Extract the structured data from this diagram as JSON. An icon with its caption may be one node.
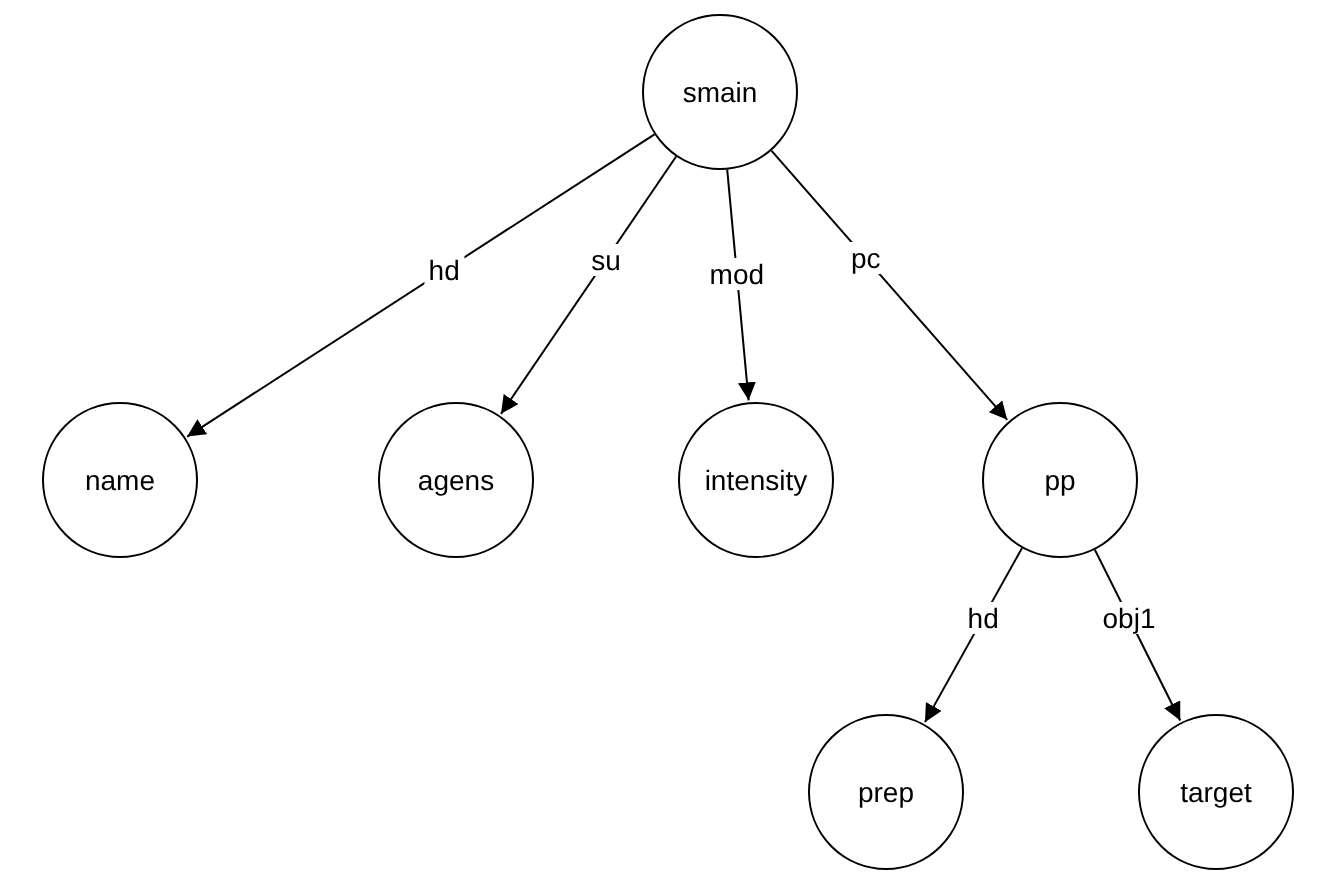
{
  "diagram": {
    "nodes": [
      {
        "text": [
          "smain"
        ]
      },
      {
        "text": [
          "name"
        ]
      },
      {
        "text": [
          "agens"
        ]
      },
      {
        "text": [
          "intensity"
        ]
      },
      {
        "text": [
          "pp"
        ]
      },
      {
        "text": [
          "prep"
        ]
      },
      {
        "text": [
          "target"
        ]
      }
    ],
    "edges": [
      {
        "from": 0,
        "to": 1,
        "arrow": "to",
        "label": "hd"
      },
      {
        "from": 0,
        "to": 2,
        "arrow": "to",
        "label": "su"
      },
      {
        "from": 0,
        "to": 3,
        "arrow": "to",
        "label": "mod"
      },
      {
        "from": 0,
        "to": 4,
        "arrow": "to",
        "label": "pc"
      },
      {
        "from": 4,
        "to": 5,
        "arrow": "to",
        "label": "hd"
      },
      {
        "from": 4,
        "to": 6,
        "arrow": "to",
        "label": "obj1"
      }
    ]
  }
}
